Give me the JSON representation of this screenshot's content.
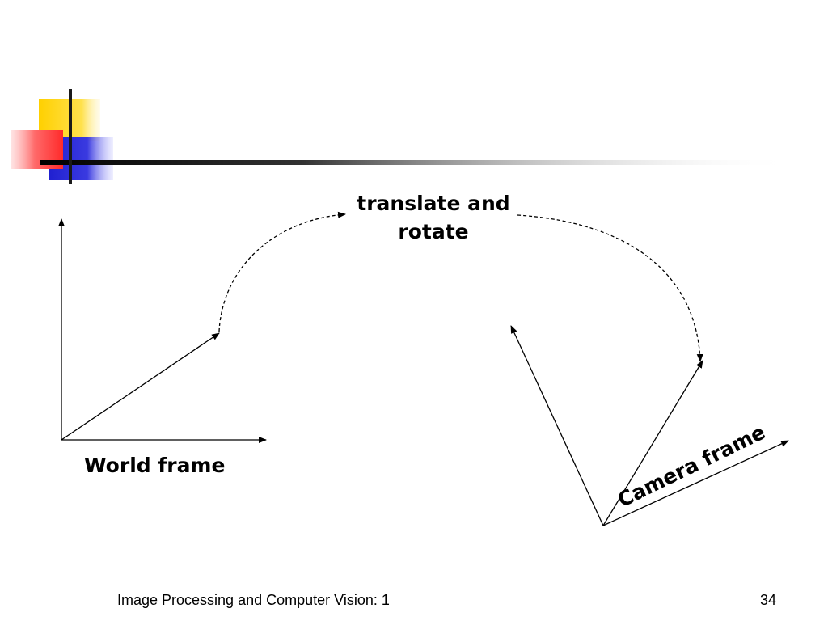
{
  "slide": {
    "transform_label_line1": "translate and",
    "transform_label_line2": "rotate",
    "world_frame_label": "World frame",
    "camera_frame_label": "Camera frame",
    "footer_title": "Image Processing and Computer Vision: 1",
    "page_number": "34"
  },
  "colors": {
    "background": "#ffffff",
    "yellow_square": "#ffd700",
    "red_square": "#ff3b3b",
    "blue_square": "#2b2bd6",
    "rule_line": "#1a1a1a"
  }
}
